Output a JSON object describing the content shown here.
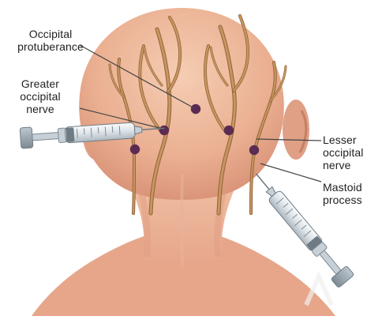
{
  "labels": {
    "occipital_protuberance_line1": "Occipital",
    "occipital_protuberance_line2": "protuberance",
    "greater_line1": "Greater",
    "greater_line2": "occipital",
    "greater_line3": "nerve",
    "lesser_line1": "Lesser",
    "lesser_line2": "occipital",
    "lesser_line3": "nerve",
    "mastoid_line1": "Mastoid",
    "mastoid_line2": "process"
  },
  "colors": {
    "skin_light": "#f2c3a6",
    "skin_mid": "#e8aa8d",
    "skin_shadow": "#d79379",
    "nerve": "#c28f59",
    "nerve_outline": "#8f6339",
    "point": "#5b2b52",
    "leader": "#444444",
    "syringe_body": "#d7dde2",
    "syringe_dark": "#798790"
  },
  "icons": {
    "head": "head-illustration",
    "syringe_left": "syringe-left-icon",
    "syringe_right": "syringe-right-icon"
  }
}
